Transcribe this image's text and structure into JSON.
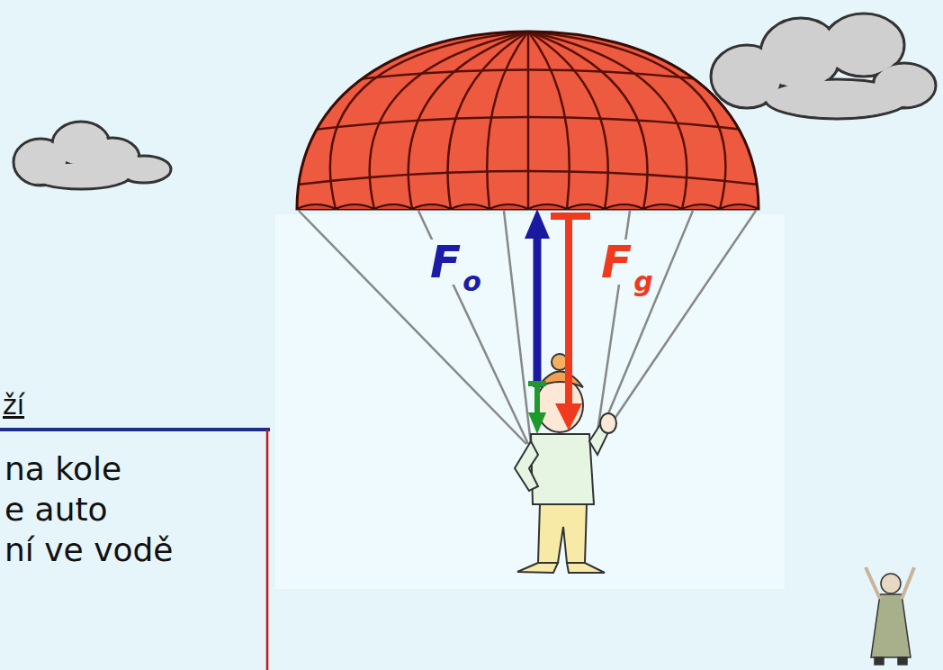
{
  "diagram": {
    "nodes": [
      {
        "text": [
          "ží",
          "na kole",
          "e auto",
          "ní ve vodě"
        ]
      }
    ],
    "labels": [
      "F",
      "o",
      "F",
      "g"
    ]
  }
}
